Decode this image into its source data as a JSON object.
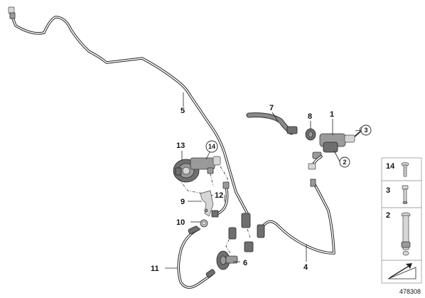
{
  "callouts": {
    "c1": "1",
    "c2": "2",
    "c3": "3",
    "c4": "4",
    "c5": "5",
    "c6": "6",
    "c7": "7",
    "c8": "8",
    "c9": "9",
    "c10": "10",
    "c11": "11",
    "c12": "12",
    "c13": "13",
    "c14": "14"
  },
  "legend": {
    "item14": "14",
    "item3": "3",
    "item2": "2"
  },
  "reference_number": "478308"
}
